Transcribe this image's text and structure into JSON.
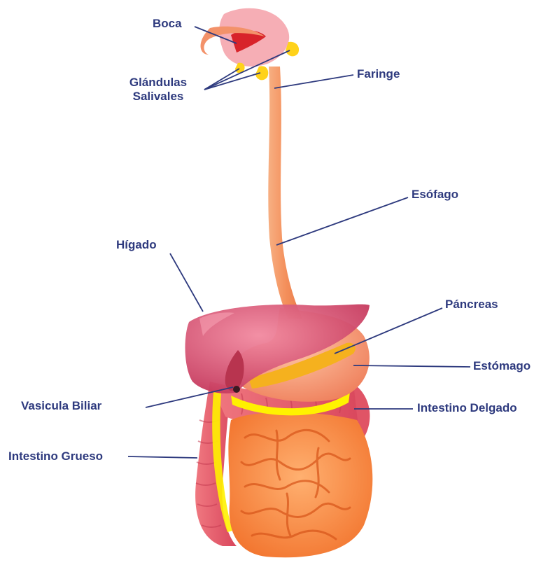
{
  "labels": {
    "boca": "Boca",
    "glandulas_line1": "Glándulas",
    "glandulas_line2": "Salivales",
    "faringe": "Faringe",
    "esofago": "Esófago",
    "higado": "Hígado",
    "pancreas": "Páncreas",
    "estomago": "Estómago",
    "vesicula": "Vasicula Biliar",
    "intestino_delgado": "Intestino Delgado",
    "intestino_grueso": "Intestino Grueso"
  },
  "colors": {
    "label_text": "#2e3a7e",
    "leader_line": "#2e3a7e",
    "esophagus": "#f49a6a",
    "liver": "#d8496b",
    "stomach": "#f3a07e",
    "pancreas": "#f5b11e",
    "bile": "#fff200",
    "small_intestine": "#f7883a",
    "large_intestine": "#e8606b",
    "mouth": "#f4a0a8",
    "salivary": "#ffd21a"
  }
}
